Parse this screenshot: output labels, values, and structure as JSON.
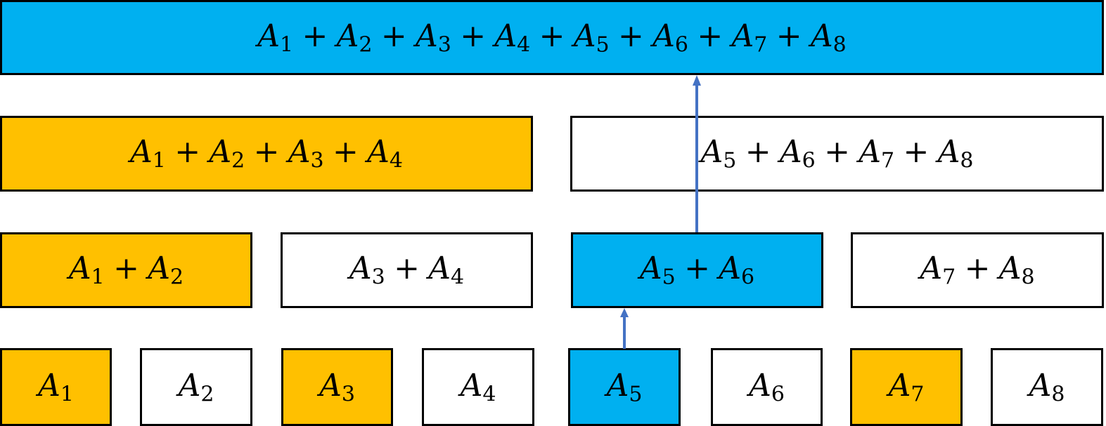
{
  "colors": {
    "blue": "#00B0F0",
    "orange": "#FFC000",
    "white": "#FFFFFF",
    "arrow": "#4472C4",
    "border": "#000000"
  },
  "symbol": "A",
  "operator": "+",
  "levels": [
    {
      "name": "level-3",
      "nodes": [
        {
          "terms": [
            "1",
            "2",
            "3",
            "4",
            "5",
            "6",
            "7",
            "8"
          ],
          "fill": "blue"
        }
      ]
    },
    {
      "name": "level-2",
      "nodes": [
        {
          "terms": [
            "1",
            "2",
            "3",
            "4"
          ],
          "fill": "orange"
        },
        {
          "terms": [
            "5",
            "6",
            "7",
            "8"
          ],
          "fill": "white"
        }
      ]
    },
    {
      "name": "level-1",
      "nodes": [
        {
          "terms": [
            "1",
            "2"
          ],
          "fill": "orange"
        },
        {
          "terms": [
            "3",
            "4"
          ],
          "fill": "white"
        },
        {
          "terms": [
            "5",
            "6"
          ],
          "fill": "blue"
        },
        {
          "terms": [
            "7",
            "8"
          ],
          "fill": "white"
        }
      ]
    },
    {
      "name": "level-0",
      "nodes": [
        {
          "terms": [
            "1"
          ],
          "fill": "orange"
        },
        {
          "terms": [
            "2"
          ],
          "fill": "white"
        },
        {
          "terms": [
            "3"
          ],
          "fill": "orange"
        },
        {
          "terms": [
            "4"
          ],
          "fill": "white"
        },
        {
          "terms": [
            "5"
          ],
          "fill": "blue"
        },
        {
          "terms": [
            "6"
          ],
          "fill": "white"
        },
        {
          "terms": [
            "7"
          ],
          "fill": "orange"
        },
        {
          "terms": [
            "8"
          ],
          "fill": "white"
        }
      ]
    }
  ],
  "arrows": [
    {
      "from": "level-0 node A5",
      "to": "level-1 node A5+A6"
    },
    {
      "from": "level-1 node A5+A6",
      "to": "level-3 root"
    }
  ]
}
